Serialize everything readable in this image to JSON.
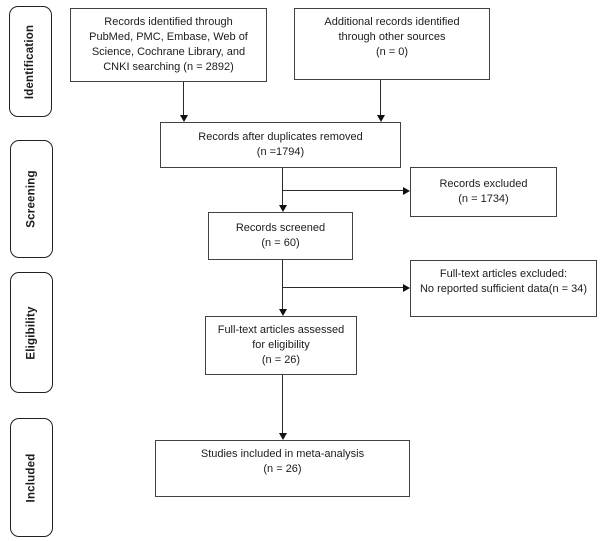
{
  "diagram": {
    "stages": [
      {
        "label": "Identification"
      },
      {
        "label": "Screening"
      },
      {
        "label": "Eligibility"
      },
      {
        "label": "Included"
      }
    ],
    "boxes": {
      "identified": "Records identified through\nPubMed, PMC, Embase, Web of\nScience, Cochrane Library, and\nCNKI searching (n = 2892)",
      "additional": "Additional records identified\nthrough other sources\n(n = 0)",
      "after_duplicates": "Records after duplicates removed\n(n =1794)",
      "records_excluded": "Records excluded\n(n = 1734)",
      "screened": "Records screened\n(n = 60)",
      "fulltext_excluded": "Full-text articles excluded:\nNo reported sufficient data(n = 34)",
      "fulltext_assessed": "Full-text articles assessed\nfor eligibility\n(n = 26)",
      "included": "Studies included in meta-analysis\n(n = 26)"
    },
    "colors": {
      "box_border": "#424242",
      "sidebar_border": "#212121",
      "arrow": "#111111",
      "text": "#1c1c1c",
      "background": "#ffffff"
    }
  }
}
